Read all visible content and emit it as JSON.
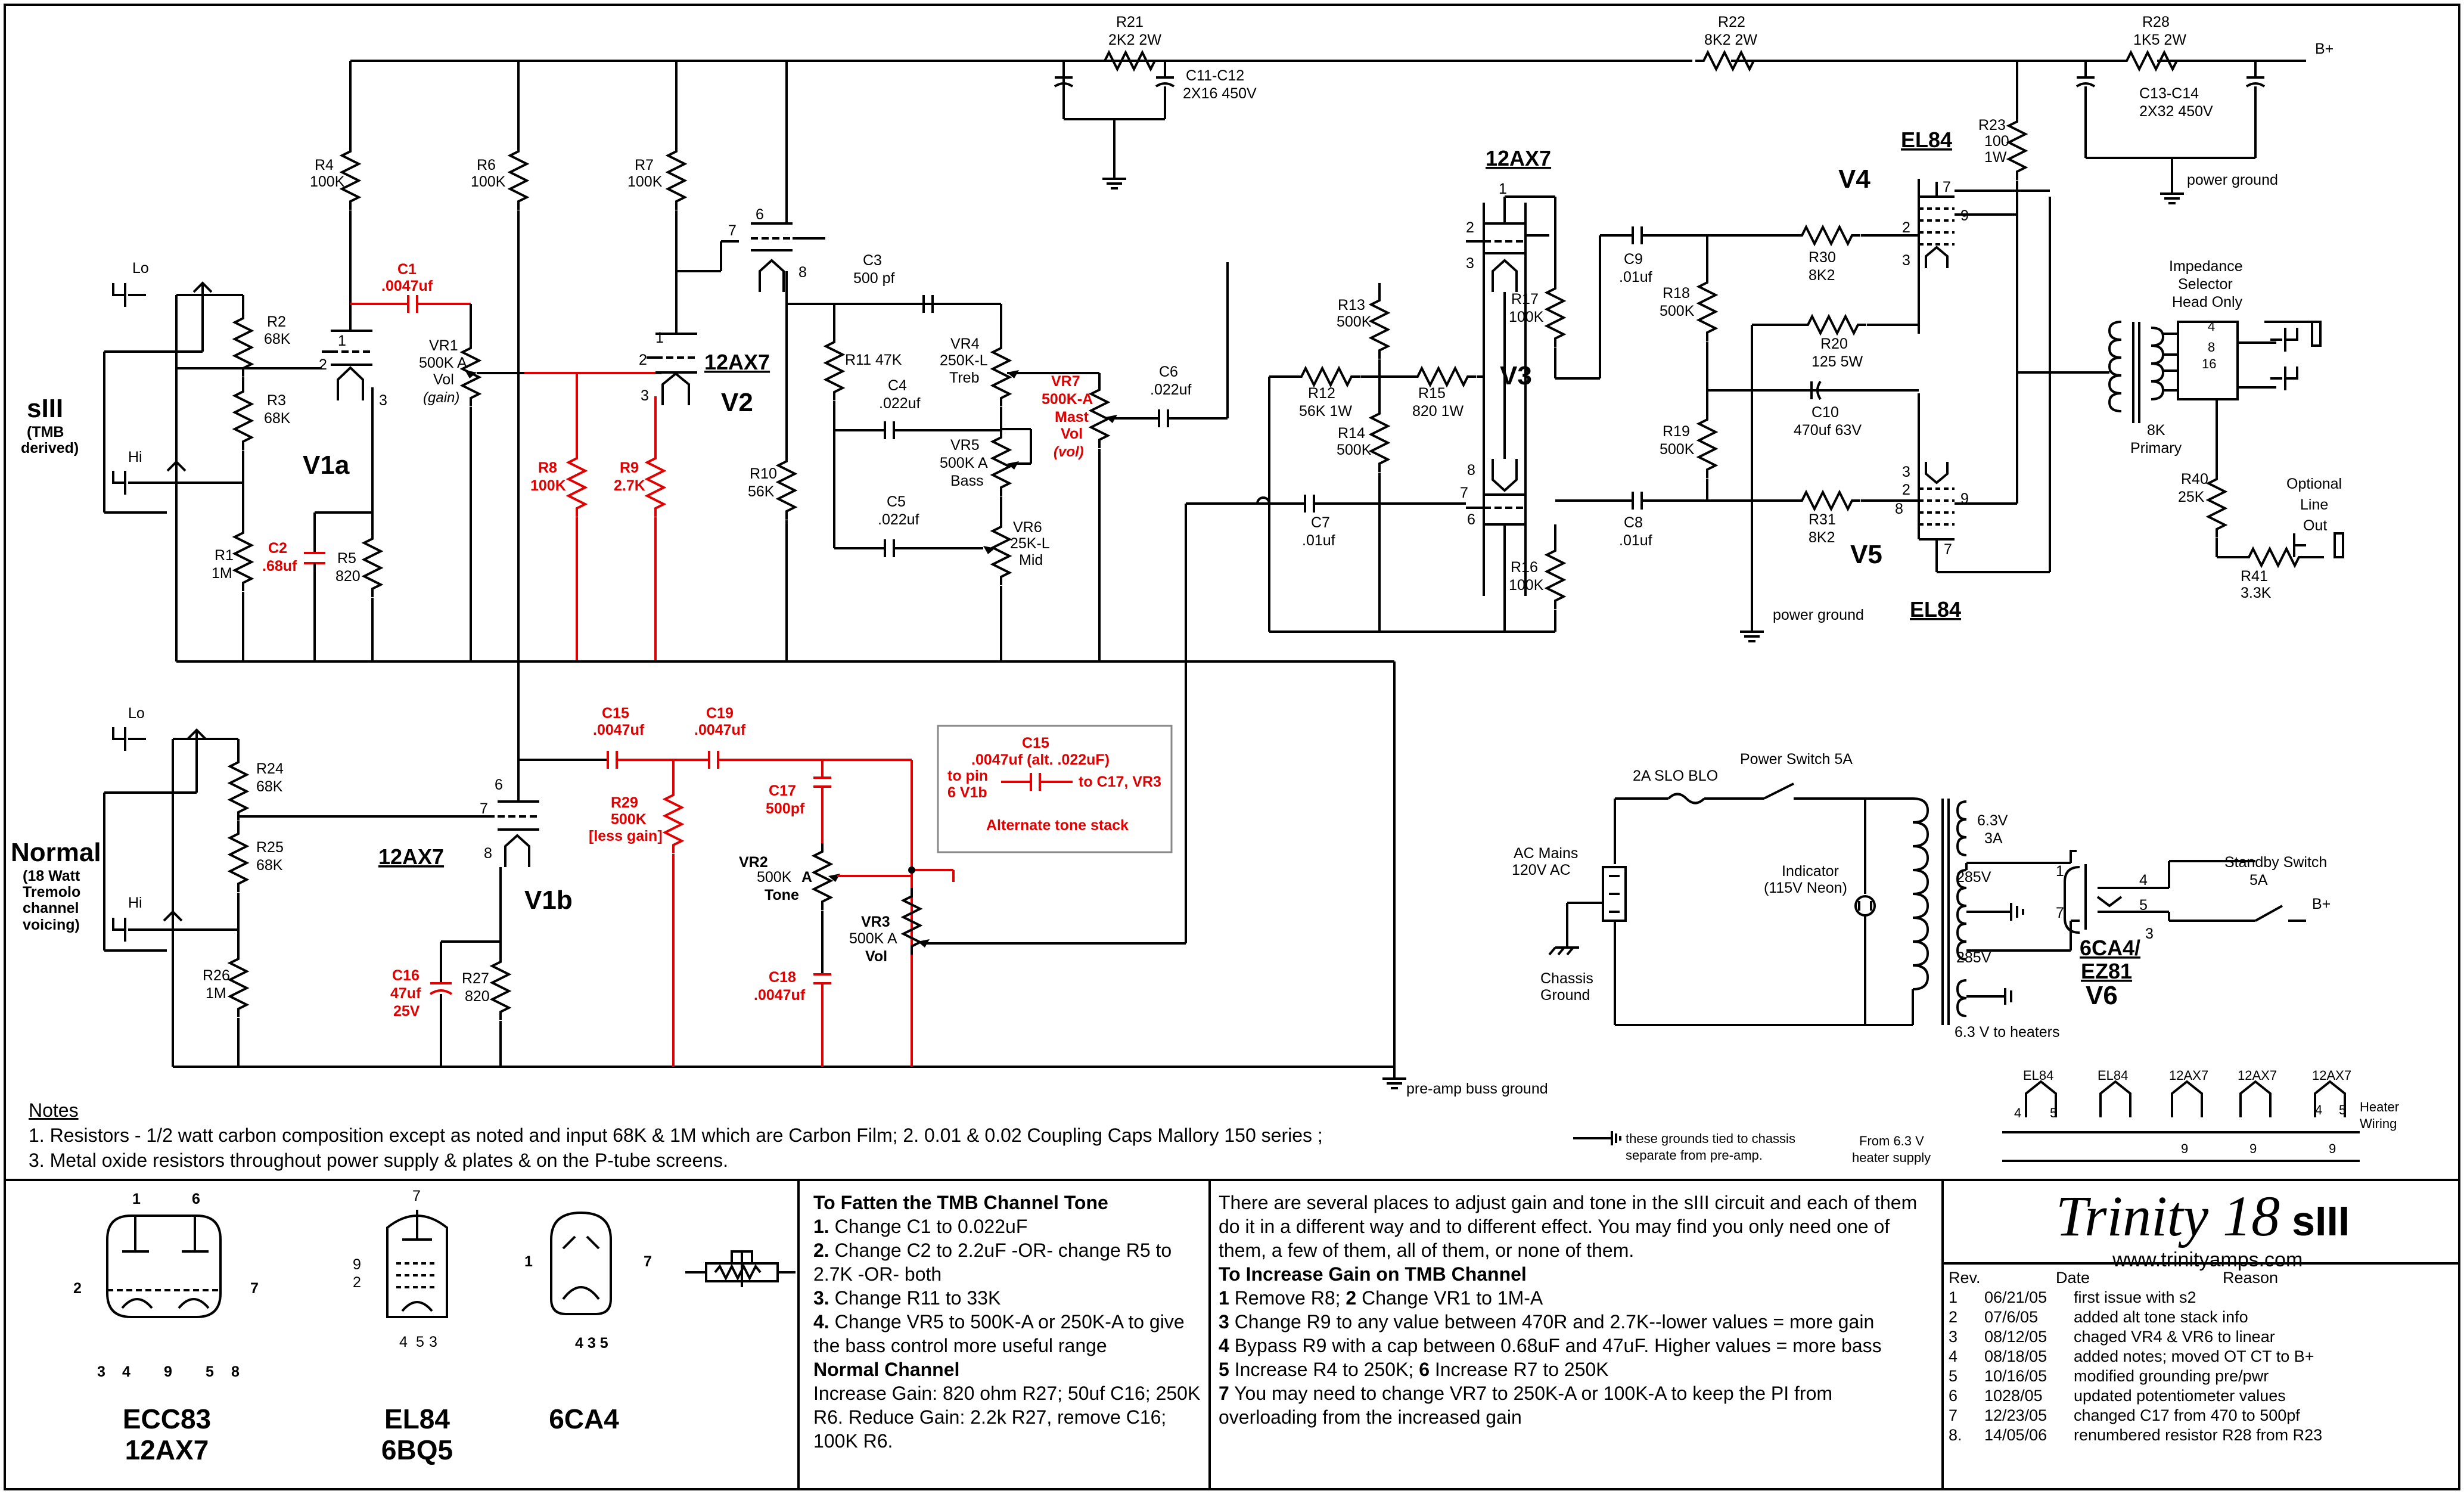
{
  "labels": {
    "b_plus_top": "B+",
    "b_plus_bottom": "B+",
    "r21": "R21",
    "r21v": "2K2 2W",
    "c11": "C11-C12",
    "c11v": "2X16 450V",
    "r22": "R22",
    "r22v": "8K2 2W",
    "r28": "R28",
    "r28v": "1K5 2W",
    "c13": "C13-C14",
    "c13v": "2X32 450V",
    "r23": "R23",
    "r23a": "100",
    "r23b": "1W",
    "power_ground": "power ground",
    "power_ground2": "power ground",
    "r4": "R4",
    "r4v": "100K",
    "r6": "R6",
    "r6v": "100K",
    "r7": "R7",
    "r7v": "100K",
    "c1": "C1",
    "c1v": ".0047uf",
    "vr1": "VR1",
    "vr1a": "500K A",
    "vr1b": "Vol",
    "vr1c": "(gain)",
    "siii": "sIII",
    "siii_sub1": "(TMB",
    "siii_sub2": "derived)",
    "lo1": "Lo",
    "hi1": "Hi",
    "r2": "R2",
    "r2v": "68K",
    "r3": "R3",
    "r3v": "68K",
    "r1": "R1",
    "r1v": "1M",
    "c2": "C2",
    "c2v": ".68uf",
    "r5": "R5",
    "r5v": "820",
    "v1a": "V1a",
    "r8": "R8",
    "r8v": "100K",
    "r9": "R9",
    "r9v": "2.7K",
    "tube_12ax7_v2": "12AX7",
    "v2": "V2",
    "r10": "R10",
    "r10v": "56K",
    "c3": "C3",
    "c3v": "500 pf",
    "r11": "R11 47K",
    "vr4": "VR4",
    "vr4a": "250K-L",
    "vr4b": "Treb",
    "c4": "C4",
    "c4v": ".022uf",
    "vr5": "VR5",
    "vr5a": "500K A",
    "vr5b": "Bass",
    "c5": "C5",
    "c5v": ".022uf",
    "vr6": "VR6",
    "vr6a": "25K-L",
    "vr6b": "Mid",
    "vr7": "VR7",
    "vr7a": "500K-A",
    "vr7b": "Mast",
    "vr7c": "Vol",
    "vr7d": "(vol)",
    "c6": "C6",
    "c6v": ".022uf",
    "tube_12ax7_v3": "12AX7",
    "v3": "V3",
    "r13": "R13",
    "r13v": "500K",
    "r12": "R12",
    "r12v": "56K 1W",
    "r15": "R15",
    "r15v": "820 1W",
    "r14": "R14",
    "r14v": "500K",
    "r17": "R17",
    "r17v": "100K",
    "r16": "R16",
    "r16v": "100K",
    "c7": "C7",
    "c7v": ".01uf",
    "c8": "C8",
    "c8v": ".01uf",
    "c9": "C9",
    "c9v": ".01uf",
    "r18": "R18",
    "r18v": "500K",
    "r19": "R19",
    "r19v": "500K",
    "r20": "R20",
    "r20v": "125 5W",
    "c10": "C10",
    "c10v": "470uf 63V",
    "r30": "R30",
    "r30v": "8K2",
    "r31": "R31",
    "r31v": "8K2",
    "el84_top": "EL84",
    "el84_bot": "EL84",
    "v4": "V4",
    "v5": "V5",
    "imp1": "Impedance",
    "imp2": "Selector",
    "imp3": "Head Only",
    "primary1": "8K",
    "primary2": "Primary",
    "r40": "R40",
    "r40v": "25K",
    "r41": "R41",
    "r41v": "3.3K",
    "opt1": "Optional",
    "opt2": "Line",
    "opt3": "Out",
    "normal": "Normal",
    "normal_sub1": "(18 Watt",
    "normal_sub2": "Tremolo",
    "normal_sub3": "channel",
    "normal_sub4": "voicing)",
    "lo2": "Lo",
    "hi2": "Hi",
    "r24": "R24",
    "r24v": "68K",
    "r25": "R25",
    "r25v": "68K",
    "r26": "R26",
    "r26v": "1M",
    "tube_12ax7_v1b": "12AX7",
    "v1b": "V1b",
    "c16": "C16",
    "c16a": "47uf",
    "c16b": "25V",
    "r27": "R27",
    "r27v": "820",
    "c15": "C15",
    "c15v": ".0047uf",
    "c19": "C19",
    "c19v": ".0047uf",
    "r29": "R29",
    "r29a": "500K",
    "r29b": "[less gain]",
    "c17": "C17",
    "c17v": "500pf",
    "vr2": "VR2",
    "vr2a": "500K",
    "vr2b": "A",
    "vr2c": "Tone",
    "vr3": "VR3",
    "vr3a": "500K A",
    "vr3b": "Vol",
    "c18": "C18",
    "c18v": ".0047uf",
    "alt_c15": "C15",
    "alt_c15v": ".0047uf (alt. .022uF)",
    "alt_to1": "to pin",
    "alt_to2": "6 V1b",
    "alt_to3": "to C17, VR3",
    "alt_title": "Alternate tone stack",
    "preamp_gnd": "pre-amp buss ground",
    "fuse": "2A SLO BLO",
    "pwr_sw": "Power Switch  5A",
    "ac1": "AC Mains",
    "ac2": "120V AC",
    "chassis1": "Chassis",
    "chassis2": "Ground",
    "ind1": "Indicator",
    "ind2": "(115V Neon)",
    "h63a": "6.3V",
    "h63b": "3A",
    "h285a": "285V",
    "h285b": "285V",
    "heaters": "6.3 V to heaters",
    "ca4": "6CA4/",
    "ez81": "EZ81",
    "v6": "V6",
    "standby1": "Standby Switch",
    "standby2": "5A",
    "gnd_note1": "these grounds tied to chassis",
    "gnd_note2": "separate from pre-amp.",
    "hw_el84a": "EL84",
    "hw_el84b": "EL84",
    "hw_12a": "12AX7",
    "hw_12b": "12AX7",
    "hw_12c": "12AX7",
    "heater_wiring1": "Heater",
    "heater_wiring2": "Wiring",
    "from63a": "From 6.3 V",
    "from63b": "heater supply"
  },
  "notes": {
    "heading": "Notes",
    "line1": "1. Resistors - 1/2 watt carbon composition  except as noted and input 68K & 1M which are Carbon Film;  2. 0.01 & 0.02 Coupling Caps Mallory 150 series ;",
    "line2": "3. Metal oxide resistors throughout power supply & plates & on the P-tube screens."
  },
  "tubes": {
    "ecc83_a": "ECC83",
    "ecc83_b": "12AX7",
    "el84_a": "EL84",
    "el84_b": "6BQ5",
    "ca4": "6CA4"
  },
  "fatten": {
    "title": "To Fatten the TMB Channel Tone",
    "l1n": "1.",
    "l1": "  Change C1 to 0.022uF",
    "l2n": "2.",
    "l2": "  Change C2 to 2.2uF -OR- change R5 to 2.7K -OR- both",
    "l3n": "3.",
    "l3": "  Change R11 to 33K",
    "l4n": "4.",
    "l4": "  Change VR5 to 500K-A or 250K-A to give the bass control more useful range",
    "normal_title": "Normal Channel",
    "n1": "Increase Gain: 820 ohm R27; 50uf C16; 250K R6.  Reduce Gain: 2.2k R27, remove C16; 100K R6."
  },
  "gain": {
    "intro": "There are several places to adjust gain and tone in the sIII circuit and each of them do it in a different way and to different effect. You may find you only need one of them, a few of them, all of them, or none of them.",
    "title": "To Increase Gain on TMB Channel",
    "l1": "Remove R8;",
    "l2": "Change VR1 to 1M-A",
    "l3": "  Change R9 to any value between 470R and 2.7K--lower values = more gain",
    "l4": "  Bypass R9 with a cap between 0.68uF and 47uF. Higher values = more bass",
    "l5": "Increase R4 to 250K;",
    "l6": "Increase R7 to 250K",
    "l7": "  You may need to change VR7 to 250K-A or 100K-A to keep the PI from overloading from the increased gain"
  },
  "title": {
    "name": "Trinity 18",
    "model": "sIII",
    "url": "www.trinityamps.com"
  },
  "revisions": {
    "headers": [
      "Rev.",
      "Date",
      "Reason"
    ],
    "rows": [
      [
        "1",
        "06/21/05",
        "first issue with s2"
      ],
      [
        "2",
        "07/6/05",
        "added alt tone stack info"
      ],
      [
        "3",
        "08/12/05",
        "chaged VR4 & VR6 to linear"
      ],
      [
        "4",
        "08/18/05",
        "added notes; moved OT CT to B+"
      ],
      [
        "5",
        "10/16/05",
        "modified grounding pre/pwr"
      ],
      [
        "6",
        "1028/05",
        "updated potentiometer values"
      ],
      [
        "7",
        "12/23/05",
        "changed C17 from 470 to  500pf"
      ],
      [
        "8.",
        "14/05/06",
        "renumbered resistor R28 from R23"
      ]
    ]
  },
  "colors": {
    "wire": "#000000",
    "mod": "#e00000"
  }
}
